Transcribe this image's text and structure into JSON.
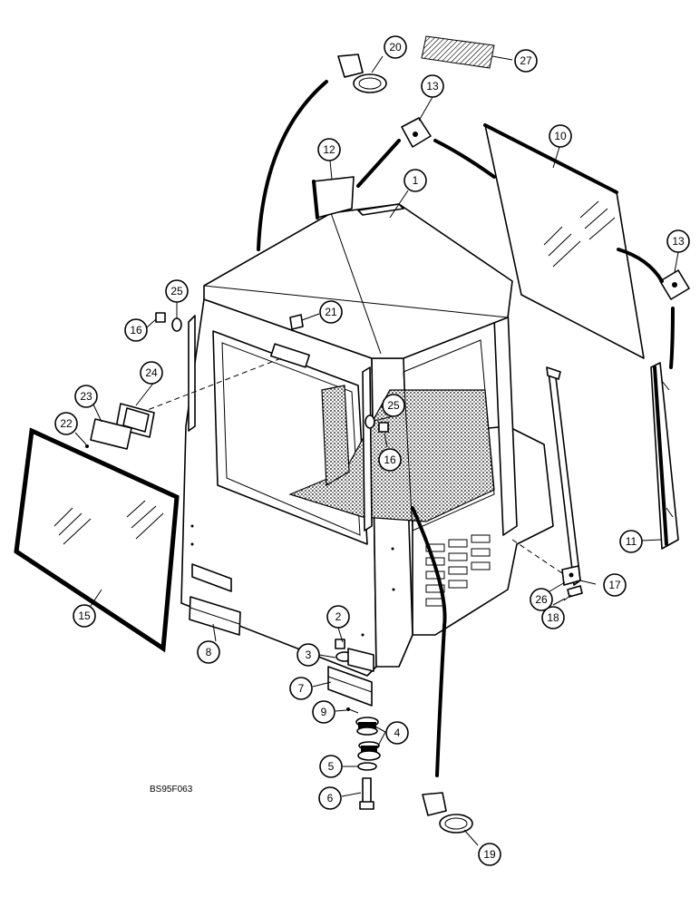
{
  "drawing_code": "BS95F063",
  "callouts": [
    {
      "id": "c1",
      "label": "1"
    },
    {
      "id": "c2",
      "label": "2"
    },
    {
      "id": "c3",
      "label": "3"
    },
    {
      "id": "c4",
      "label": "4"
    },
    {
      "id": "c5",
      "label": "5"
    },
    {
      "id": "c6",
      "label": "6"
    },
    {
      "id": "c7",
      "label": "7"
    },
    {
      "id": "c8",
      "label": "8"
    },
    {
      "id": "c9",
      "label": "9"
    },
    {
      "id": "c10",
      "label": "10"
    },
    {
      "id": "c11",
      "label": "11"
    },
    {
      "id": "c12",
      "label": "12"
    },
    {
      "id": "c13a",
      "label": "13"
    },
    {
      "id": "c13b",
      "label": "13"
    },
    {
      "id": "c15",
      "label": "15"
    },
    {
      "id": "c16a",
      "label": "16"
    },
    {
      "id": "c16b",
      "label": "16"
    },
    {
      "id": "c17",
      "label": "17"
    },
    {
      "id": "c18",
      "label": "18"
    },
    {
      "id": "c19",
      "label": "19"
    },
    {
      "id": "c20",
      "label": "20"
    },
    {
      "id": "c21",
      "label": "21"
    },
    {
      "id": "c22",
      "label": "22"
    },
    {
      "id": "c23",
      "label": "23"
    },
    {
      "id": "c24",
      "label": "24"
    },
    {
      "id": "c25a",
      "label": "25"
    },
    {
      "id": "c25b",
      "label": "25"
    },
    {
      "id": "c26",
      "label": "26"
    },
    {
      "id": "c27",
      "label": "27"
    }
  ]
}
